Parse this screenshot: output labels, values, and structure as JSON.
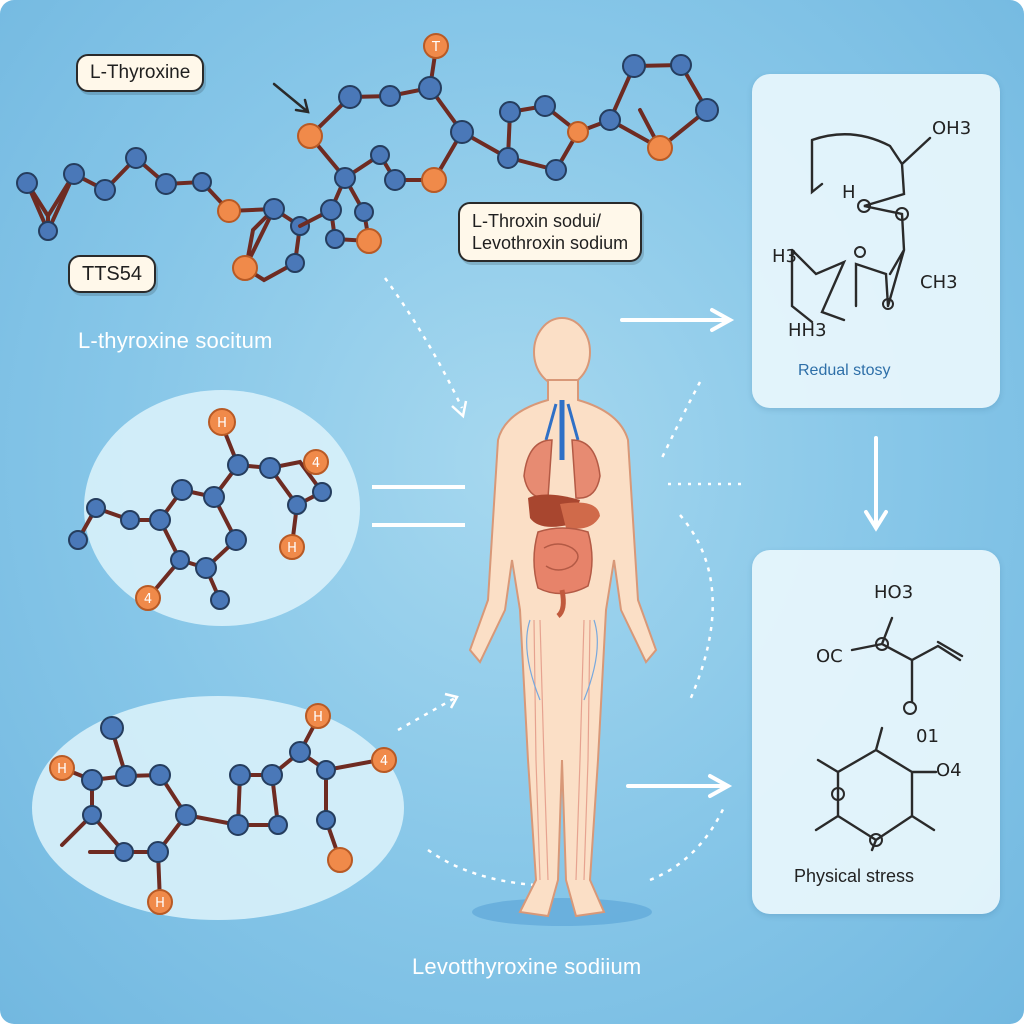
{
  "labels": {
    "top_tag": "L-Thyroxine",
    "mid_tag": "L-Throxin sodui/\nLevothroxin sodium",
    "left_tag": "TTS54",
    "left_caption": "L-thyroxine socitum",
    "bottom_caption": "Levotthyroxine sodiium"
  },
  "panels": {
    "top_right": {
      "caption": "Redual stosy",
      "chem": [
        "OH3",
        "H",
        "H3",
        "CH3",
        "HH3"
      ]
    },
    "bottom_right": {
      "caption": "Physical stress",
      "chem": [
        "HO3",
        "OC",
        "01",
        "O4"
      ]
    }
  },
  "atom_labels": {
    "hydrogen": "H",
    "four": "4",
    "t": "T"
  },
  "colors": {
    "background": "#86c6e8",
    "atom_blue": "#4a78b8",
    "atom_orange": "#f08a4a",
    "bond": "#6e2b22",
    "panel": "#e8f6fc"
  }
}
